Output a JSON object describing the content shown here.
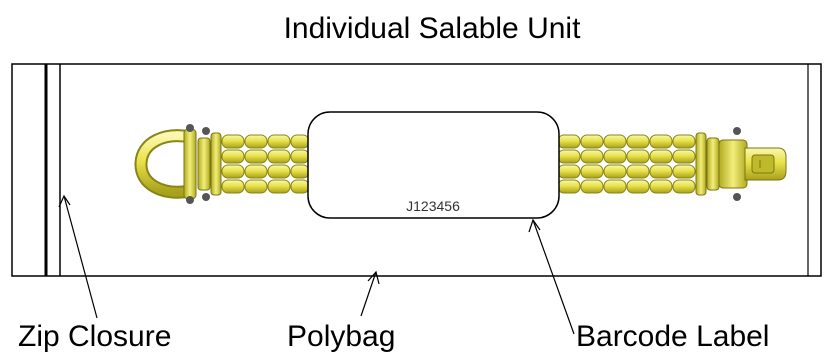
{
  "title": "Individual Salable Unit",
  "label_text": "J123456",
  "callouts": {
    "zip_closure": "Zip Closure",
    "polybag": "Polybag",
    "barcode_label": "Barcode Label"
  },
  "colors": {
    "outline": "#000000",
    "background": "#ffffff",
    "chain_gold": "#e8e24a",
    "chain_shadow": "#9a9418",
    "chain_highlight": "#fbf7b0"
  },
  "icons": {
    "bracelet": "gold-link-bracelet",
    "clasp": "shackle-clasp",
    "buckle": "box-clasp"
  }
}
